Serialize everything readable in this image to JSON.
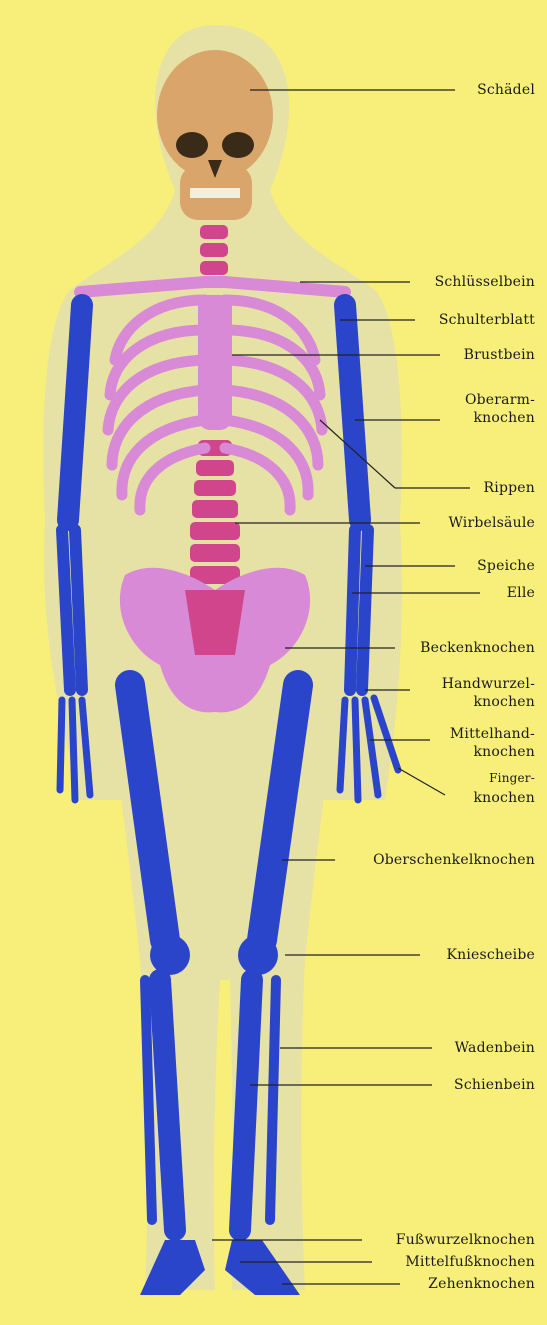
{
  "colors": {
    "background": "#f7ef7a",
    "skull": "#d9a56a",
    "limb_bones": "#2a45c9",
    "rib_cage": "#d98ad6",
    "spine": "#d0458c",
    "body_outline": "#e9e4a8"
  },
  "labels": {
    "schaedel": "Schädel",
    "schluesselbein": "Schlüsselbein",
    "schulterblatt": "Schulterblatt",
    "brustbein": "Brustbein",
    "oberarm_1": "Oberarm-",
    "oberarm_2": "knochen",
    "rippen": "Rippen",
    "wirbelsaeule": "Wirbelsäule",
    "speiche": "Speiche",
    "elle": "Elle",
    "becken": "Beckenknochen",
    "handwurzel_1": "Handwurzel-",
    "handwurzel_2": "knochen",
    "mittelhand_1": "Mittelhand-",
    "mittelhand_2": "knochen",
    "finger_1": "Finger-",
    "finger_2": "knochen",
    "oberschenkel": "Oberschenkelknochen",
    "kniescheibe": "Kniescheibe",
    "wadenbein": "Wadenbein",
    "schienbein": "Schienbein",
    "fusswurzel": "Fußwurzelknochen",
    "mittelfuss": "Mittelfußknochen",
    "zehen": "Zehenknochen"
  }
}
